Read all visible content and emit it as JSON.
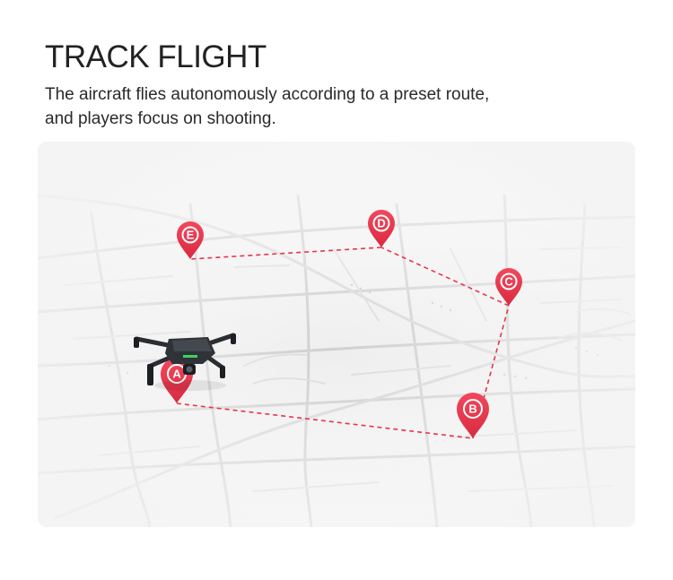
{
  "heading": {
    "title": "TRACK FLIGHT",
    "line1": "The aircraft flies autonomously according to a preset route,",
    "line2": "and players focus on shooting."
  },
  "route": {
    "color": "#e8344a",
    "waypoints": [
      "A",
      "B",
      "C",
      "D",
      "E"
    ]
  },
  "icons": {
    "drone": "drone-icon",
    "waypoint": "map-pin-icon"
  }
}
